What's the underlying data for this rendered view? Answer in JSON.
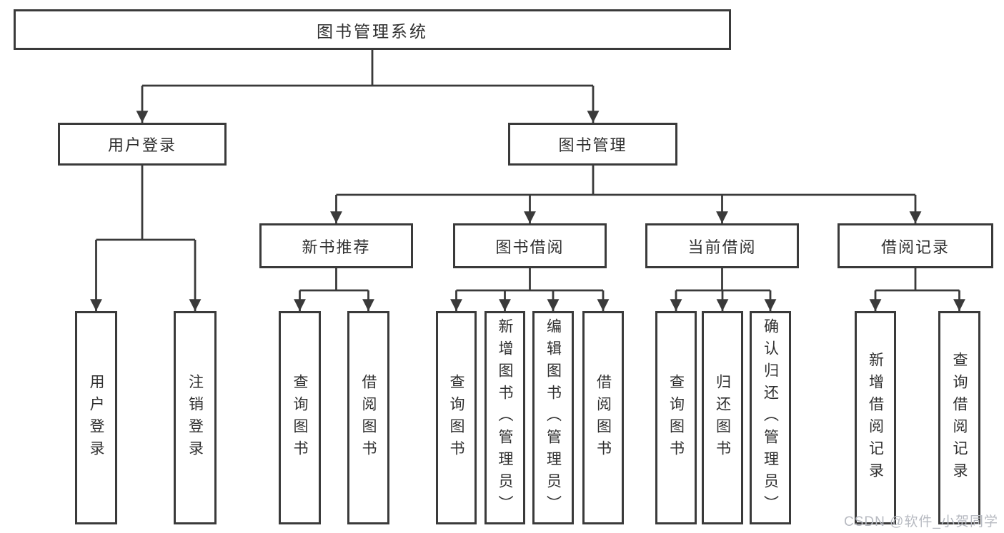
{
  "diagram": {
    "root": {
      "label": "图书管理系统"
    },
    "user_branch": {
      "label": "用户登录",
      "children": [
        {
          "label": "用户登录"
        },
        {
          "label": "注销登录"
        }
      ]
    },
    "book_branch": {
      "label": "图书管理",
      "sections": [
        {
          "label": "新书推荐",
          "children": [
            {
              "label": "查询图书"
            },
            {
              "label": "借阅图书"
            }
          ]
        },
        {
          "label": "图书借阅",
          "children": [
            {
              "label": "查询图书"
            },
            {
              "label": "新增图书（管理员）"
            },
            {
              "label": "编辑图书（管理员）"
            },
            {
              "label": "借阅图书"
            }
          ]
        },
        {
          "label": "当前借阅",
          "children": [
            {
              "label": "查询图书"
            },
            {
              "label": "归还图书"
            },
            {
              "label": "确认归还（管理员）"
            }
          ]
        },
        {
          "label": "借阅记录",
          "children": [
            {
              "label": "新增借阅记录"
            },
            {
              "label": "查询借阅记录"
            }
          ]
        }
      ]
    }
  },
  "watermark": {
    "text": "CSDN @软件_小贺同学"
  },
  "colors": {
    "line": "#3a3a3a",
    "text": "#2f2f2f",
    "watermark_text": "#b7bac1",
    "background": "#ffffff"
  }
}
